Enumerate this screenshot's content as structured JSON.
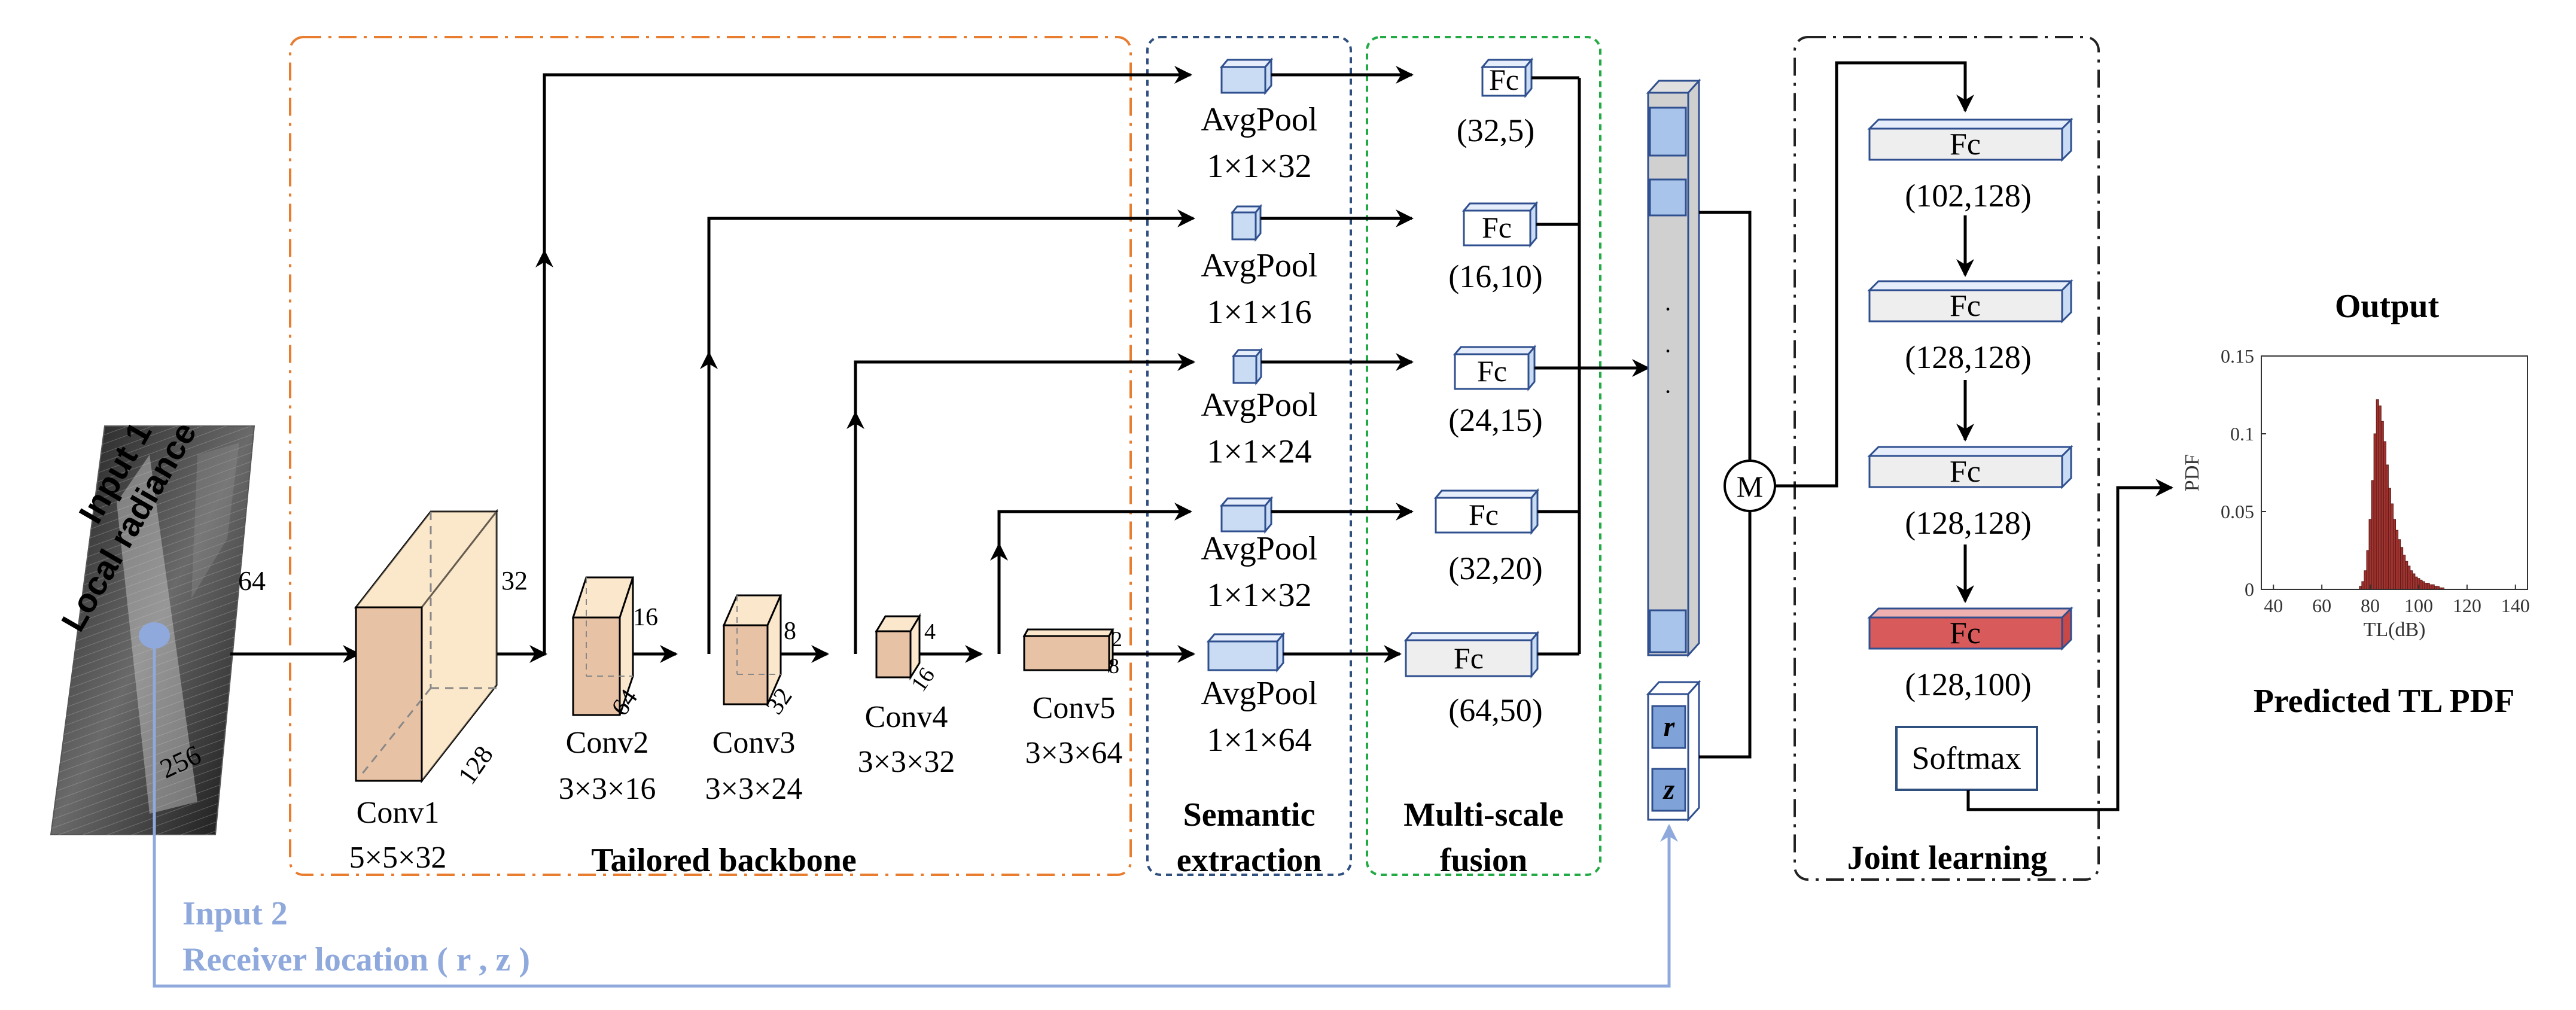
{
  "input1": {
    "line1": "Input 1",
    "line2": "Local radiance",
    "dim_w": "64",
    "dim_h": "256"
  },
  "input2": {
    "line1": "Input 2",
    "line2": "Receiver location ( r , z )"
  },
  "backbone": {
    "label": "Tailored backbone",
    "conv1": {
      "name": "Conv1",
      "size": "5×5×32",
      "d1": "32",
      "d2": "128"
    },
    "conv2": {
      "name": "Conv2",
      "size": "3×3×16",
      "d1": "16",
      "d2": "64"
    },
    "conv3": {
      "name": "Conv3",
      "size": "3×3×24",
      "d1": "8",
      "d2": "32"
    },
    "conv4": {
      "name": "Conv4",
      "size": "3×3×32",
      "d1": "4",
      "d2": "16"
    },
    "conv5": {
      "name": "Conv5",
      "size": "3×3×64",
      "d1": "2",
      "d2": "8"
    }
  },
  "semantic": {
    "label_line1": "Semantic",
    "label_line2": "extraction",
    "pools": [
      {
        "name": "AvgPool",
        "size": "1×1×32"
      },
      {
        "name": "AvgPool",
        "size": "1×1×16"
      },
      {
        "name": "AvgPool",
        "size": "1×1×24"
      },
      {
        "name": "AvgPool",
        "size": "1×1×32"
      },
      {
        "name": "AvgPool",
        "size": "1×1×64"
      }
    ]
  },
  "fusion": {
    "label_line1": "Multi-scale",
    "label_line2": "fusion",
    "fcs": [
      {
        "name": "Fc",
        "dims": "(32,5)"
      },
      {
        "name": "Fc",
        "dims": "(16,10)"
      },
      {
        "name": "Fc",
        "dims": "(24,15)"
      },
      {
        "name": "Fc",
        "dims": "(32,20)"
      },
      {
        "name": "Fc",
        "dims": "(64,50)"
      }
    ]
  },
  "concat": {
    "r": "r",
    "z": "z",
    "dots": "· · ·",
    "merge": "M"
  },
  "joint": {
    "label": "Joint learning",
    "fcs": [
      {
        "name": "Fc",
        "dims": "(102,128)"
      },
      {
        "name": "Fc",
        "dims": "(128,128)"
      },
      {
        "name": "Fc",
        "dims": "(128,128)"
      },
      {
        "name": "Fc",
        "dims": "(128,100)"
      }
    ],
    "softmax": "Softmax"
  },
  "output": {
    "title": "Output",
    "caption": "Predicted TL PDF"
  },
  "chart_data": {
    "type": "bar",
    "xlabel": "TL(dB)",
    "ylabel": "PDF",
    "xlim": [
      35,
      145
    ],
    "ylim": [
      0,
      0.15
    ],
    "xticks": [
      40,
      60,
      80,
      100,
      120,
      140
    ],
    "yticks": [
      0,
      0.05,
      0.1,
      0.15
    ],
    "xtick_labels": [
      "40",
      "60",
      "80",
      "100",
      "120",
      "140"
    ],
    "ytick_labels": [
      "0",
      "0.05",
      "0.1",
      "0.15"
    ],
    "bar_color": "#a0332f",
    "x": [
      76,
      77,
      78,
      79,
      80,
      81,
      82,
      83,
      84,
      85,
      86,
      87,
      88,
      89,
      90,
      91,
      92,
      93,
      94,
      95,
      96,
      97,
      98,
      99,
      100,
      101,
      102,
      103,
      104,
      105,
      106,
      107,
      108,
      109,
      110
    ],
    "values": [
      0.002,
      0.005,
      0.012,
      0.025,
      0.045,
      0.07,
      0.1,
      0.122,
      0.118,
      0.108,
      0.095,
      0.08,
      0.065,
      0.055,
      0.045,
      0.038,
      0.032,
      0.027,
      0.022,
      0.018,
      0.015,
      0.012,
      0.01,
      0.008,
      0.007,
      0.006,
      0.005,
      0.004,
      0.004,
      0.003,
      0.003,
      0.002,
      0.002,
      0.001,
      0.001
    ]
  },
  "colors": {
    "backbone_border": "#e87d2f",
    "semantic_border": "#2f4f7f",
    "fusion_border": "#22aa44",
    "joint_border": "#222222",
    "input2": "#8fa9dc",
    "conv_front": "#e8c2a4",
    "conv_side": "#fbe8cc",
    "block_blue": "#2f4f8f",
    "block_light": "#c9dcf3",
    "fc_gray": "#eeeeee",
    "fc_red": "#d95a5a"
  }
}
